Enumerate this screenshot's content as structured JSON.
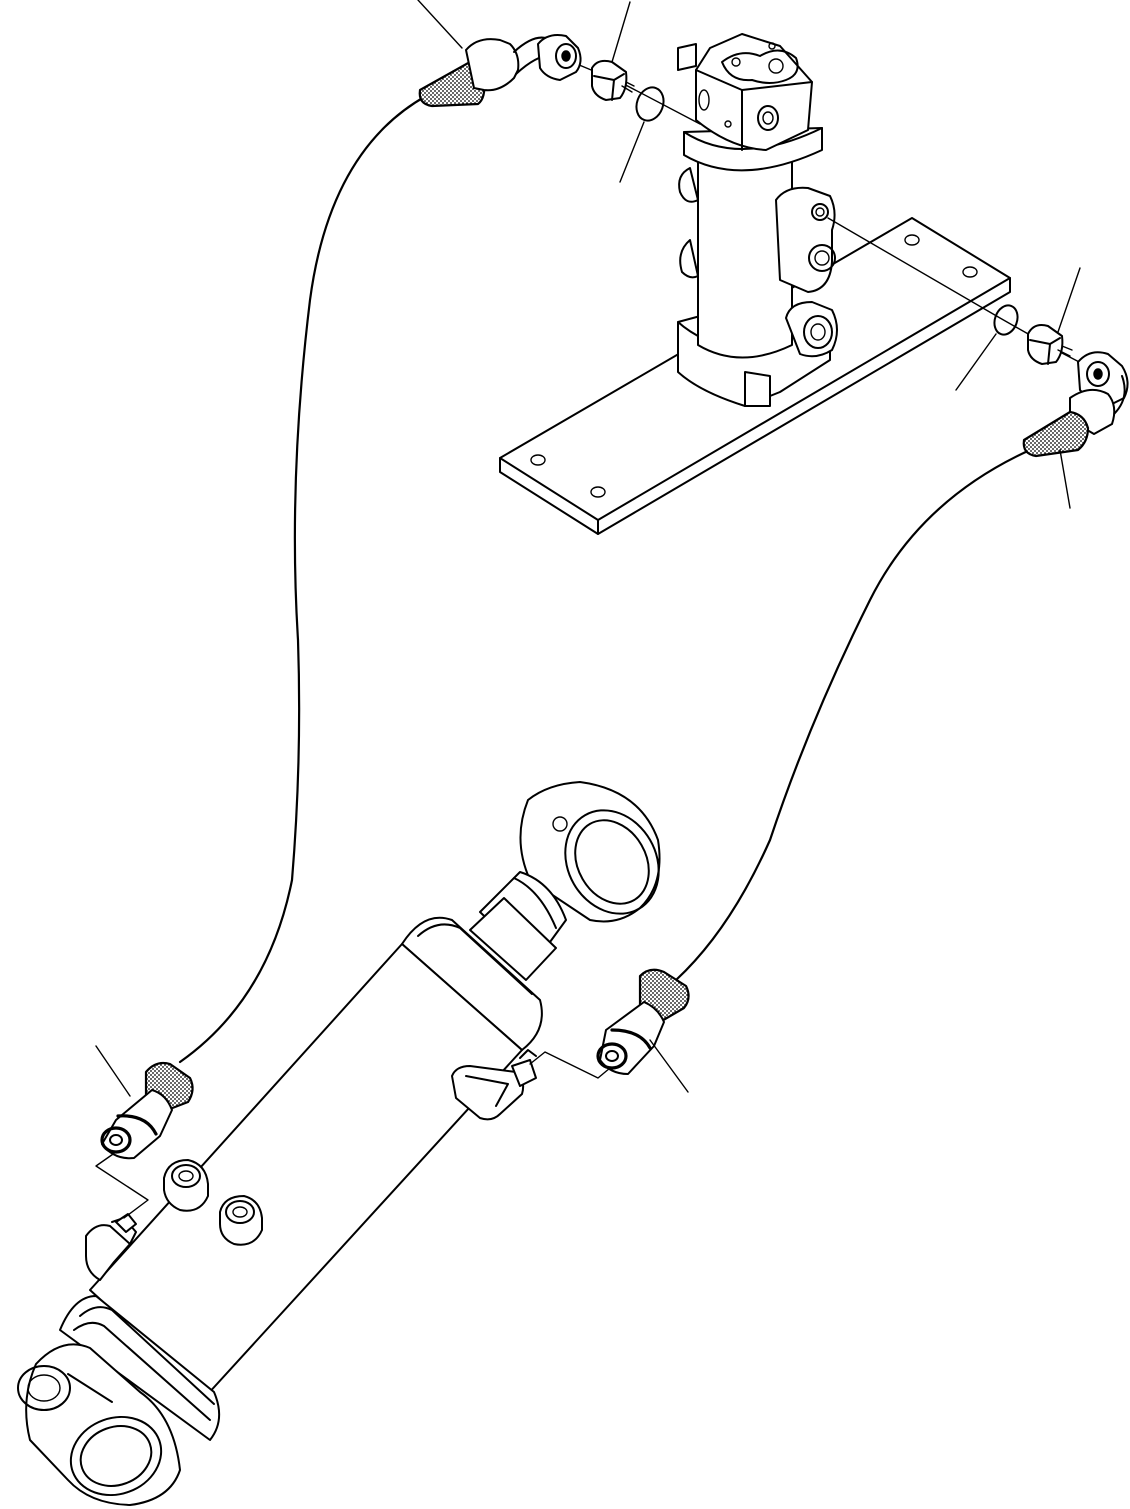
{
  "diagram": {
    "colors": {
      "line": "#000000",
      "background": "#ffffff"
    },
    "parts": [
      {
        "name": "swivel-joint"
      },
      {
        "name": "mounting-plate"
      },
      {
        "name": "hydraulic-cylinder"
      },
      {
        "name": "upper-hose"
      },
      {
        "name": "lower-hose"
      },
      {
        "name": "elbow-fitting-upper"
      },
      {
        "name": "elbow-fitting-lower"
      },
      {
        "name": "adapter-upper"
      },
      {
        "name": "adapter-lower"
      },
      {
        "name": "o-ring-upper"
      },
      {
        "name": "o-ring-lower"
      }
    ],
    "callout_count": 8
  }
}
